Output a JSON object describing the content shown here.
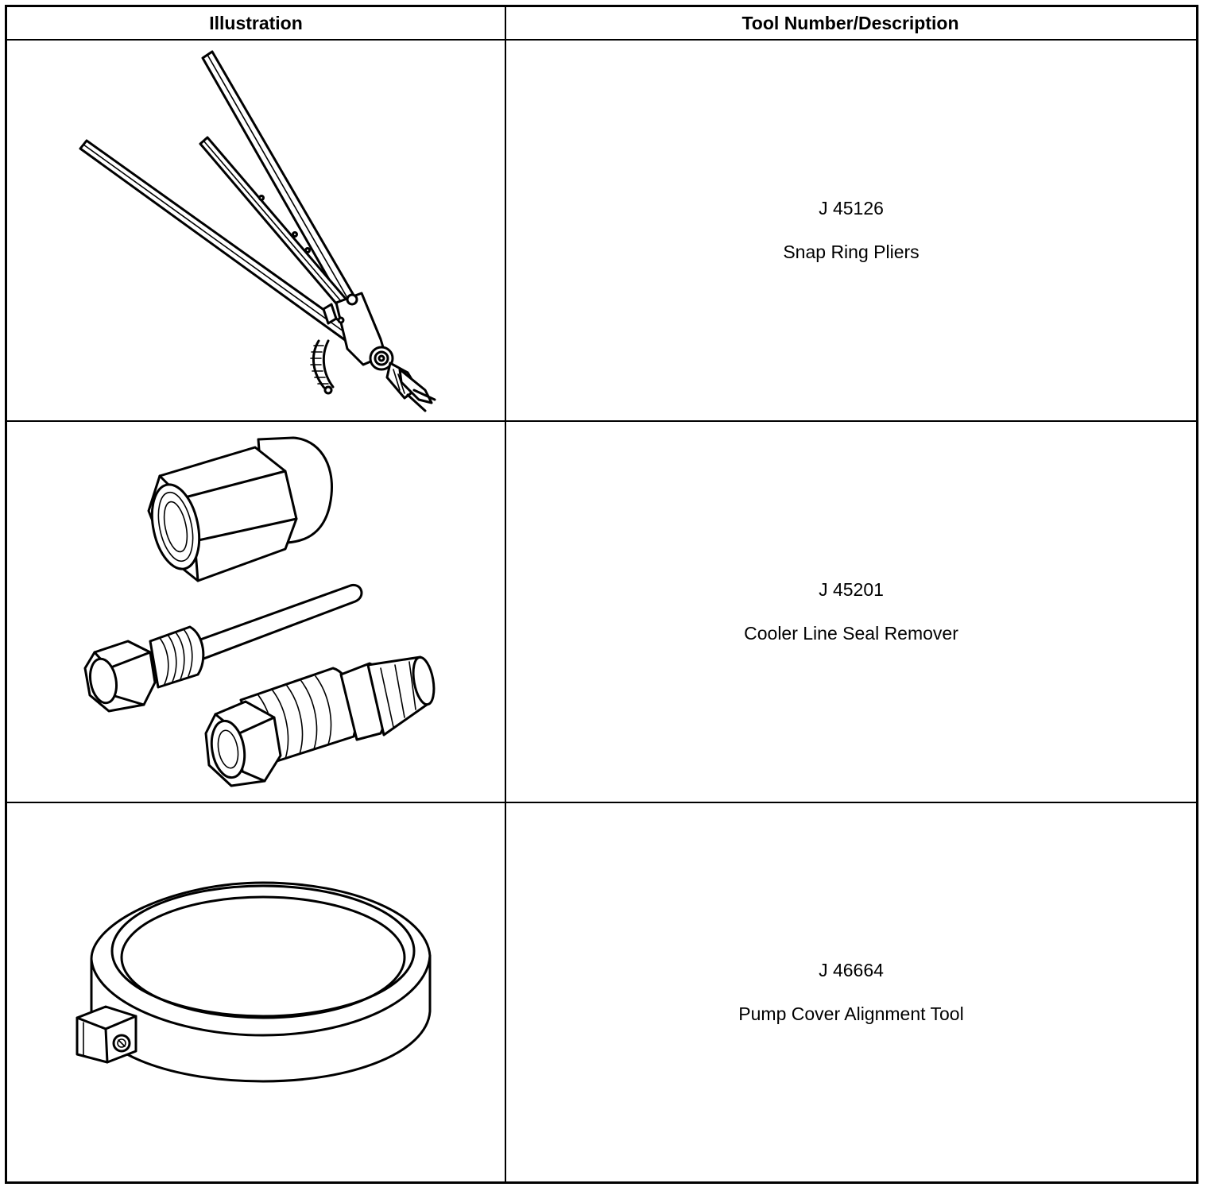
{
  "table": {
    "headers": {
      "illustration": "Illustration",
      "description": "Tool Number/Description"
    },
    "rows": [
      {
        "tool_number": "J 45126",
        "description": "Snap Ring Pliers",
        "illustration_icon": "snap-ring-pliers-icon"
      },
      {
        "tool_number": "J 45201",
        "description": "Cooler Line Seal Remover",
        "illustration_icon": "cooler-line-seal-remover-icon"
      },
      {
        "tool_number": "J 46664",
        "description": "Pump Cover Alignment Tool",
        "illustration_icon": "pump-cover-alignment-tool-icon"
      }
    ]
  }
}
